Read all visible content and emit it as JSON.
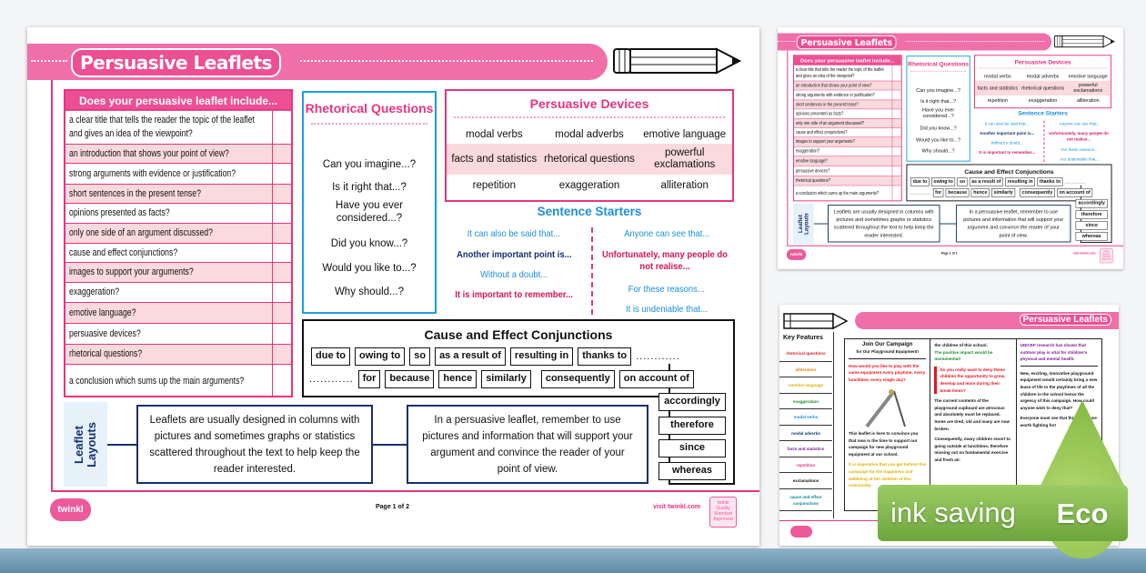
{
  "page1": {
    "title": "Persuasive Leaflets",
    "checklist": {
      "heading": "Does your persuasive leaflet include...",
      "items": [
        "a clear title that tells the reader the topic of the leaflet and gives an idea of the viewpoint?",
        "an introduction that shows your point of view?",
        "strong arguments with evidence or justification?",
        "short sentences in the present tense?",
        "opinions presented as facts?",
        "only one side of an argument discussed?",
        "cause and effect conjunctions?",
        "images to support your arguments?",
        "exaggeration?",
        "emotive language?",
        "persuasive devices?",
        "rhetorical questions?",
        "a conclusion which sums up the main arguments?"
      ]
    },
    "rhetorical": {
      "heading": "Rhetorical Questions",
      "items": [
        "Can you imagine...?",
        "Is it right that...?",
        "Have you ever considered...?",
        "Did you know...?",
        "Would you like to...?",
        "Why should...?"
      ]
    },
    "devices": {
      "heading": "Persuasive Devices",
      "rows": [
        [
          "modal verbs",
          "modal adverbs",
          "emotive language"
        ],
        [
          "facts and statistics",
          "rhetorical questions",
          "powerful exclamations"
        ],
        [
          "repetition",
          "exaggeration",
          "alliteration"
        ]
      ]
    },
    "starters": {
      "heading": "Sentence Starters",
      "left": [
        {
          "text": "It can also be said that...",
          "color": "#1b8fe0"
        },
        {
          "text": "Another important point is...",
          "color": "#14306e"
        },
        {
          "text": "Without a doubt...",
          "color": "#1b8fe0"
        },
        {
          "text": "It is important to remember...",
          "color": "#d3145a"
        }
      ],
      "right": [
        {
          "text": "Anyone can see that...",
          "color": "#1b8fe0"
        },
        {
          "text": "Unfortunately, many people do not realise...",
          "color": "#d3145a"
        },
        {
          "text": "For these reasons...",
          "color": "#1b8fe0"
        },
        {
          "text": "It is undeniable that...",
          "color": "#1b8fe0"
        }
      ]
    },
    "conjunctions": {
      "heading": "Cause and Effect Conjunctions",
      "row1": [
        "due to",
        "owing to",
        "so",
        "as a result of",
        "resulting in",
        "thanks to"
      ],
      "row2": [
        "for",
        "because",
        "hence",
        "similarly",
        "consequently",
        "on account of"
      ],
      "column": [
        "accordingly",
        "therefore",
        "since",
        "whereas"
      ],
      "dots": "............"
    },
    "layouts": {
      "label": "Leaflet Layouts",
      "boxes": [
        "Leaflets are usually designed in columns with pictures and sometimes graphs or statistics scattered throughout the text to help keep the reader interested.",
        "In a persuasive leaflet, remember to use pictures and information that will support your argument and convince the reader of your point of view."
      ]
    },
    "footer": {
      "logo": "twinkl",
      "page": "Page 1 of 2",
      "site": "visit twinkl.com",
      "badge": "twinkl Quality Standard Approved"
    }
  },
  "page2": {
    "title": "Persuasive Leaflets",
    "key_heading": "Key Features",
    "key_features": [
      {
        "t": "rhetorical questions",
        "c": "#e8141e"
      },
      {
        "t": "alliteration",
        "c": "#f07a00"
      },
      {
        "t": "emotive language",
        "c": "#e0b000"
      },
      {
        "t": "exaggeration",
        "c": "#1a8a2a"
      },
      {
        "t": "modal verbs",
        "c": "#1b8fe0"
      },
      {
        "t": "modal adverbs",
        "c": "#14306e"
      },
      {
        "t": "facts and statistics",
        "c": "#7a1a9a"
      },
      {
        "t": "repetition",
        "c": "#e8347f"
      },
      {
        "t": "exclamations",
        "c": "#111111"
      },
      {
        "t": "cause and effect conjunctions",
        "c": "#0a8a8a"
      }
    ],
    "col1": {
      "heading": "Join Our Campaign",
      "sub": "for Our Playground Equipment!",
      "q": "How would you like to play with the same equipment every playtime, every lunchtime, every single day?",
      "body": "This leaflet is here to convince you that now is the time to support our campaign for new playground equipment at our school.",
      "yellow": "It is imperative that you get behind this campaign for the happiness and wellbeing of the children of this community."
    },
    "col2": {
      "a": "the children of this school.",
      "b": "The positive impact would be monumental!",
      "c": "Do you really want to deny these children the opportunity to grow, develop and learn during their break times?",
      "d": "The current contents of the playground cupboard are atrocious and absolutely must be replaced. Some are tired, old and many are now broken.",
      "e": "Consequently, many children resort to going outside at lunchtime, therefore missing out on fundamental exercise and fresh air."
    },
    "col3": {
      "a": "UNICEF research has shown that outdoor play is vital for children's physical and mental health.",
      "b": "New, exciting, innovative playground equipment would certainly bring a new lease of life to the playtimes of all the children in the school hence the urgency of this campaign. How could anyone wish to deny that?",
      "c": "Everyone must see that this is a cause worth fighting for!"
    }
  },
  "eco": {
    "label": "ink saving",
    "badge": "Eco"
  },
  "colors": {
    "pink": "#ec4f93",
    "blue": "#1a9ee6",
    "navy": "#14306e",
    "eco_green": "#7cb342"
  }
}
